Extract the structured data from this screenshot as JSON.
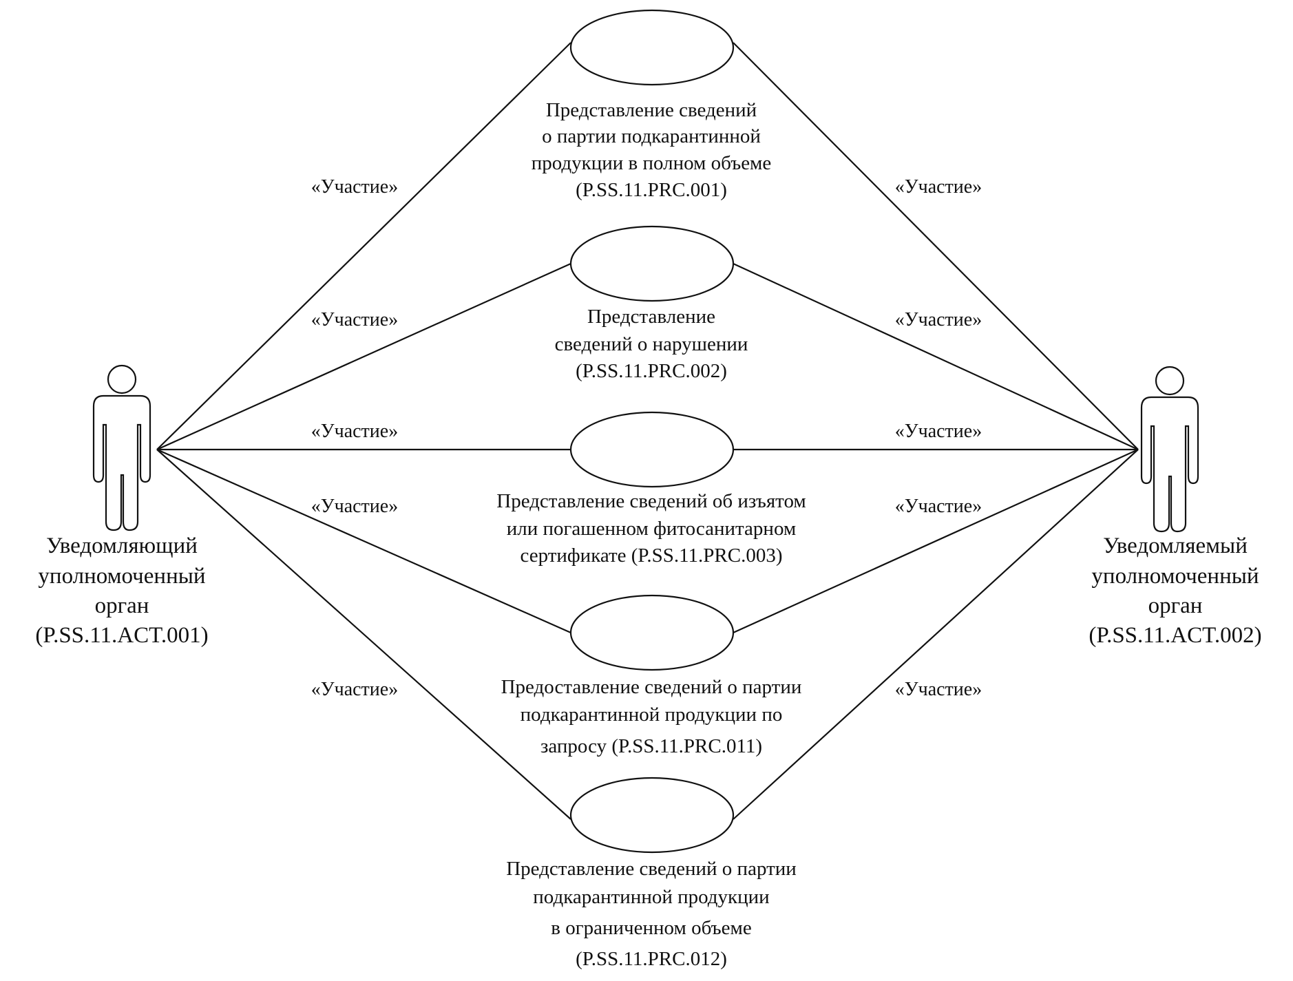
{
  "actors": [
    {
      "lines": [
        "Уведомляющий",
        "уполномоченный",
        "орган",
        "(P.SS.11.ACT.001)"
      ]
    },
    {
      "lines": [
        "Уведомляемый",
        "уполномоченный",
        "орган",
        "(P.SS.11.ACT.002)"
      ]
    }
  ],
  "association_label": "«Участие»",
  "use_cases": [
    {
      "lines": [
        "Представление сведений",
        "о партии подкарантинной",
        "продукции в полном объеме",
        "(P.SS.11.PRC.001)"
      ]
    },
    {
      "lines": [
        "Представление",
        "сведений о нарушении",
        "(P.SS.11.PRC.002)"
      ]
    },
    {
      "lines": [
        "Представление сведений об изъятом",
        "или погашенном фитосанитарном",
        "сертификате (P.SS.11.PRC.003)"
      ]
    },
    {
      "lines": [
        "Предоставление сведений о партии",
        "подкарантинной продукции по",
        "запросу (P.SS.11.PRC.011)"
      ]
    },
    {
      "lines": [
        "Представление сведений о партии",
        "подкарантинной продукции",
        "в ограниченном объеме",
        "(P.SS.11.PRC.012)"
      ]
    }
  ]
}
